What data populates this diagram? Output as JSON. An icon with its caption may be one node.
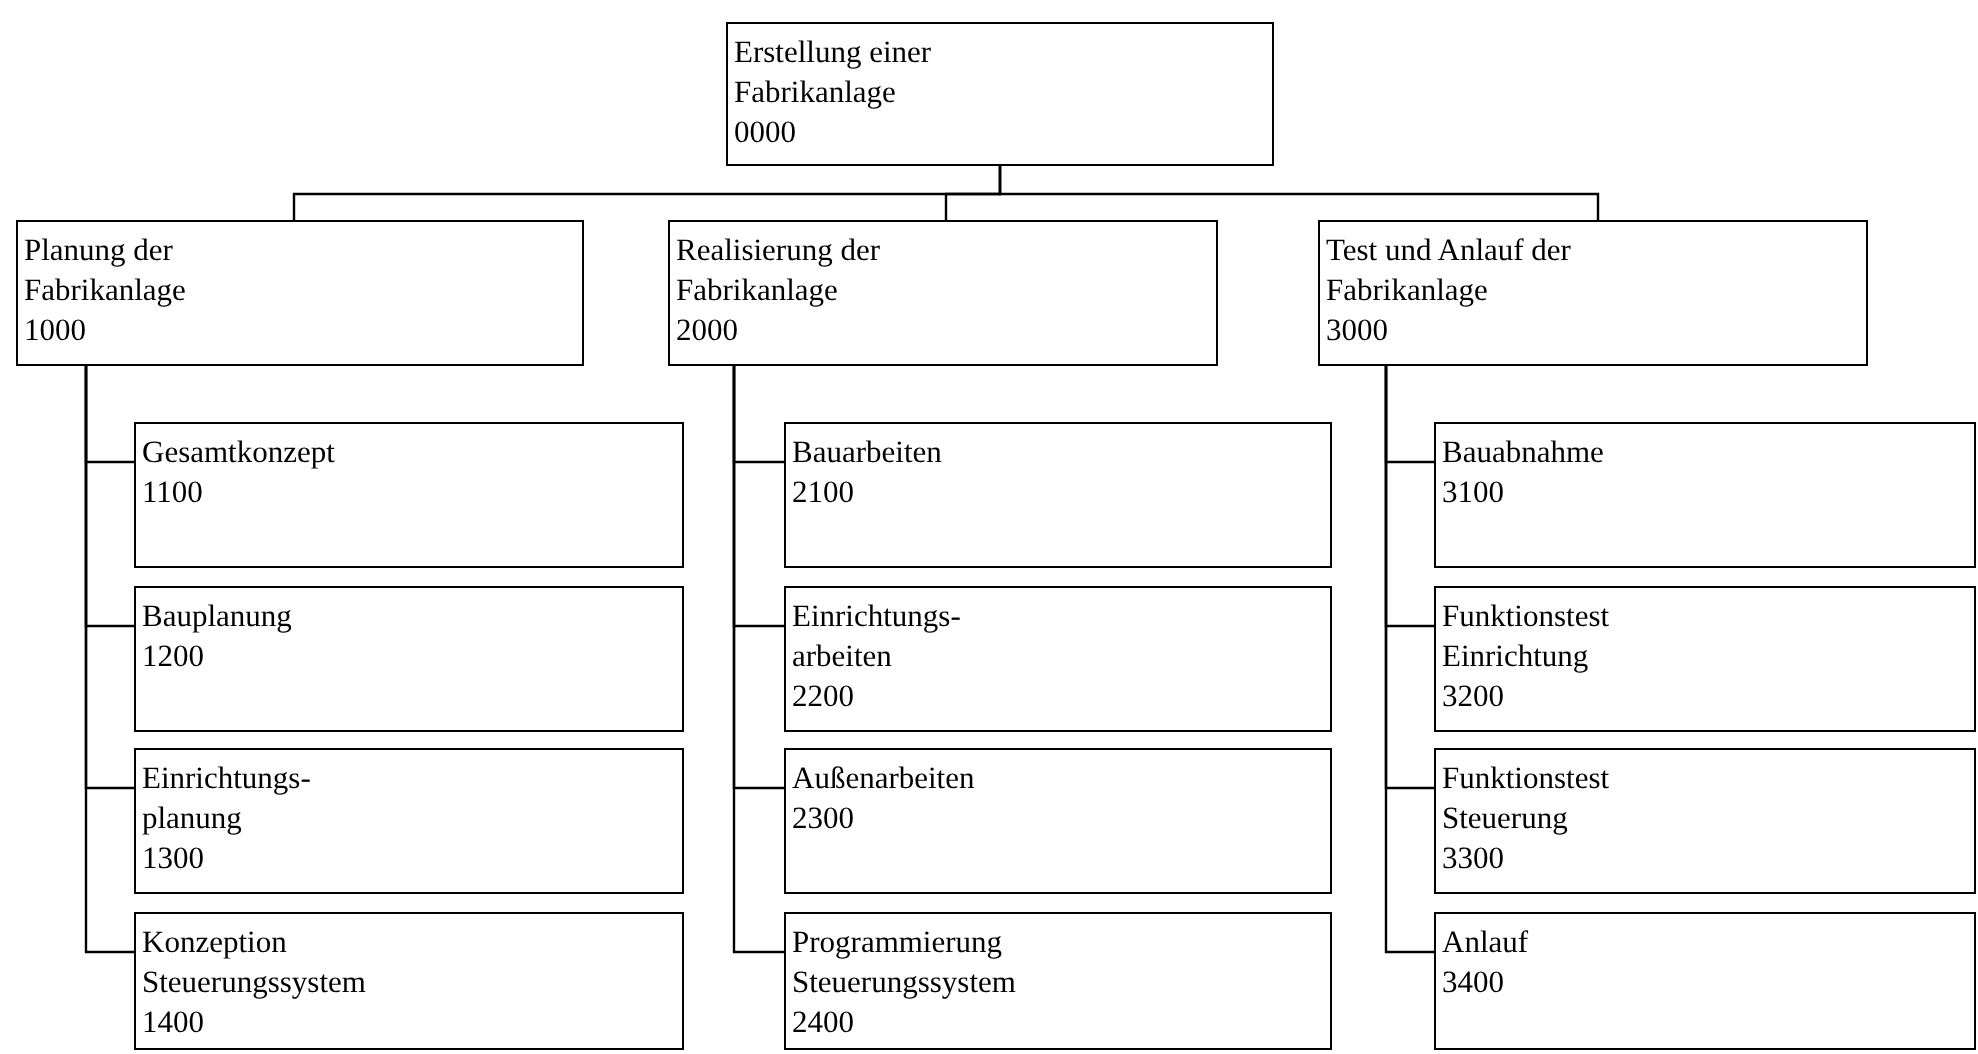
{
  "diagram": {
    "nodes": [
      {
        "text": [
          "Erstellung einer Fabrikanlage",
          "0000"
        ]
      },
      {
        "text": [
          "Planung der Fabrikanlage",
          "1000"
        ]
      },
      {
        "text": [
          "Realisierung der Fabrikanlage",
          "2000"
        ]
      },
      {
        "text": [
          "Test und Anlauf der Fabrikanlage",
          "3000"
        ]
      },
      {
        "text": [
          "Gesamtkonzept",
          "1100"
        ]
      },
      {
        "text": [
          "Bauplanung",
          "1200"
        ]
      },
      {
        "text": [
          "Einrichtungs- planung",
          "1300"
        ]
      },
      {
        "text": [
          "Konzeption Steuerungssystem",
          "1400"
        ]
      },
      {
        "text": [
          "Bauarbeiten",
          "2100"
        ]
      },
      {
        "text": [
          "Einrichtungs- arbeiten",
          "2200"
        ]
      },
      {
        "text": [
          "Außenarbeiten",
          "2300"
        ]
      },
      {
        "text": [
          "Programmierung Steuerungssystem",
          "2400"
        ]
      },
      {
        "text": [
          "Bauabnahme",
          "3100"
        ]
      },
      {
        "text": [
          "Funktionstest Einrichtung",
          "3200"
        ]
      },
      {
        "text": [
          "Funktionstest Steuerung",
          "3300"
        ]
      },
      {
        "text": [
          "Anlauf",
          "3400"
        ]
      }
    ],
    "edges": [
      {
        "from": 0,
        "to": 1,
        "arrow": "none"
      },
      {
        "from": 0,
        "to": 2,
        "arrow": "none"
      },
      {
        "from": 0,
        "to": 3,
        "arrow": "none"
      },
      {
        "from": 1,
        "to": 4,
        "arrow": "none"
      },
      {
        "from": 1,
        "to": 5,
        "arrow": "none"
      },
      {
        "from": 1,
        "to": 6,
        "arrow": "none"
      },
      {
        "from": 1,
        "to": 7,
        "arrow": "none"
      },
      {
        "from": 2,
        "to": 8,
        "arrow": "none"
      },
      {
        "from": 2,
        "to": 9,
        "arrow": "none"
      },
      {
        "from": 2,
        "to": 10,
        "arrow": "none"
      },
      {
        "from": 2,
        "to": 11,
        "arrow": "none"
      },
      {
        "from": 3,
        "to": 12,
        "arrow": "none"
      },
      {
        "from": 3,
        "to": 13,
        "arrow": "none"
      },
      {
        "from": 3,
        "to": 14,
        "arrow": "none"
      },
      {
        "from": 3,
        "to": 15,
        "arrow": "none"
      }
    ]
  }
}
